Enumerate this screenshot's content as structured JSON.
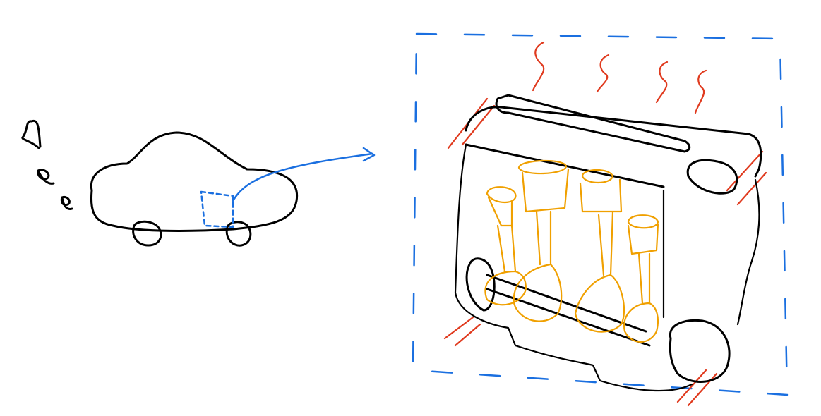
{
  "colors": {
    "ink": "#000000",
    "blue": "#1a6fe0",
    "red": "#e03a1e",
    "orange": "#f0a000",
    "background": "#ffffff"
  },
  "elements": [
    "car",
    "exhaust-puffs",
    "zoom-arrow",
    "engine-callout",
    "engine",
    "heat-waves",
    "pistons"
  ]
}
